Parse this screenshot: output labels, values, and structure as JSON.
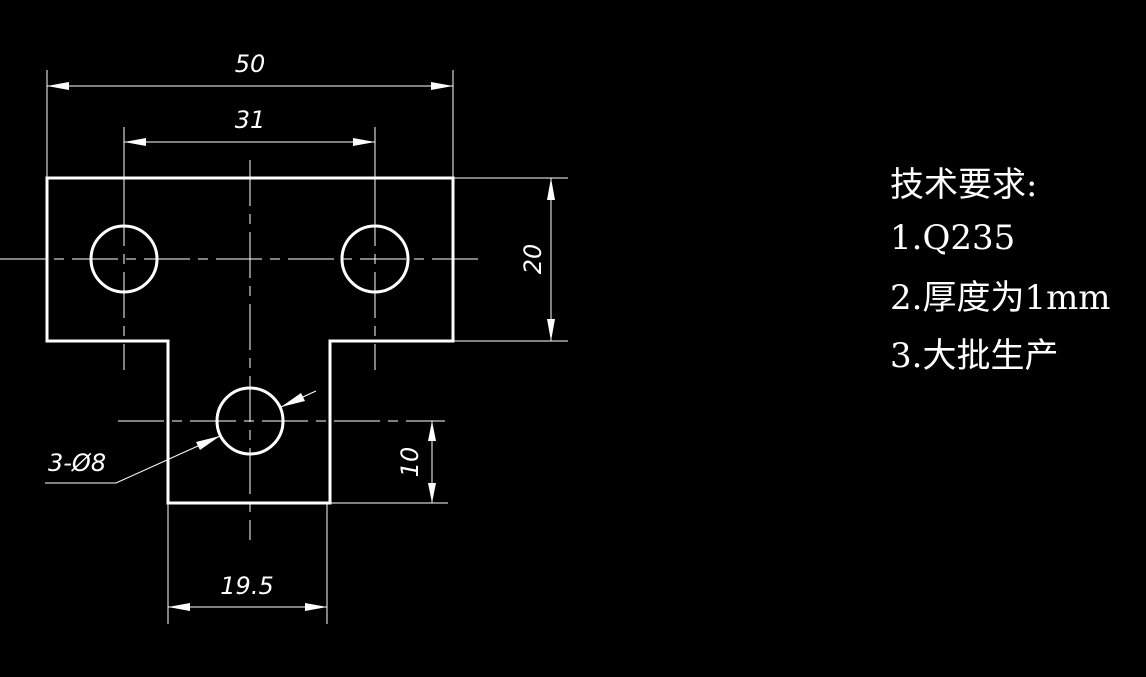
{
  "dimensions": {
    "overall_width": "50",
    "hole_spacing": "31",
    "top_height": "20",
    "hole_spec": "3-Ø8",
    "stem_height": "10",
    "stem_width": "19.5"
  },
  "notes": {
    "title": "技术要求:",
    "items": [
      "1.Q235",
      "2.厚度为1mm",
      "3.大批生产"
    ]
  },
  "colors": {
    "background": "#000000",
    "lines": "#ffffff"
  }
}
